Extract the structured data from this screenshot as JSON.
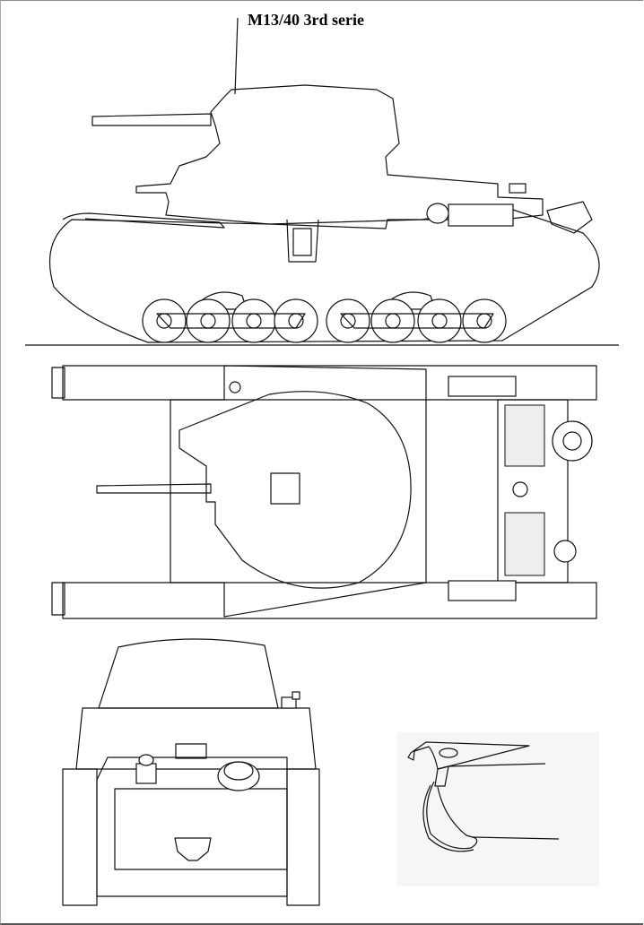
{
  "title": "M13/40 3rd serie",
  "views": [
    "side-view",
    "top-view",
    "front-view",
    "detail-inset"
  ]
}
